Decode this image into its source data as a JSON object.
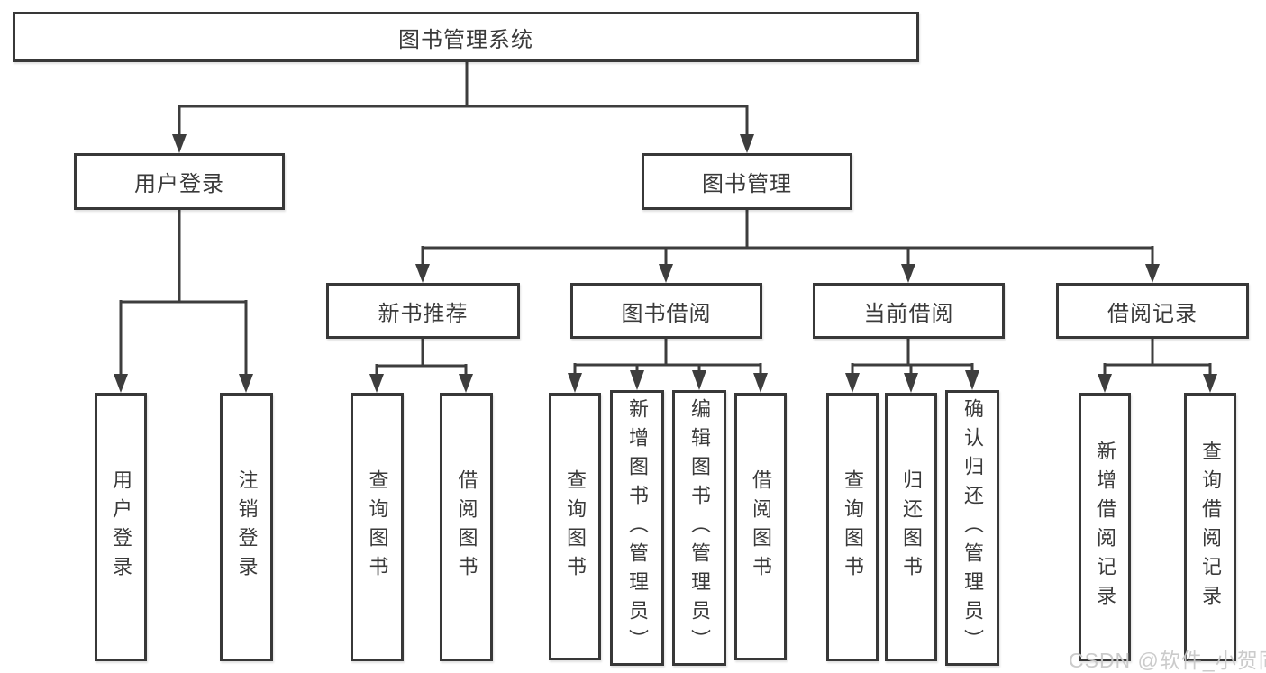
{
  "diagram": {
    "title_node": {
      "label": "图书管理系统"
    },
    "level2": [
      {
        "label": "用户登录"
      },
      {
        "label": "图书管理"
      }
    ],
    "level3": [
      {
        "label": "新书推荐",
        "parent": "图书管理"
      },
      {
        "label": "图书借阅",
        "parent": "图书管理"
      },
      {
        "label": "当前借阅",
        "parent": "图书管理"
      },
      {
        "label": "借阅记录",
        "parent": "图书管理"
      }
    ],
    "leaves": [
      {
        "label": "用户登录",
        "parent": "用户登录"
      },
      {
        "label": "注销登录",
        "parent": "用户登录"
      },
      {
        "label": "查询图书",
        "parent": "新书推荐"
      },
      {
        "label": "借阅图书",
        "parent": "新书推荐"
      },
      {
        "label": "查询图书",
        "parent": "图书借阅"
      },
      {
        "label": "新增图书（管理员）",
        "parent": "图书借阅"
      },
      {
        "label": "编辑图书（管理员）",
        "parent": "图书借阅"
      },
      {
        "label": "借阅图书",
        "parent": "图书借阅"
      },
      {
        "label": "查询图书",
        "parent": "当前借阅"
      },
      {
        "label": "归还图书",
        "parent": "当前借阅"
      },
      {
        "label": "确认归还（管理员）",
        "parent": "当前借阅"
      },
      {
        "label": "新增借阅记录",
        "parent": "借阅记录"
      },
      {
        "label": "查询借阅记录",
        "parent": "借阅记录"
      }
    ]
  },
  "watermark": {
    "text": "CSDN @软件_小贺同学"
  },
  "colors": {
    "line": "#3d3d3d",
    "border": "#383838",
    "text": "#3a3a3a",
    "background": "#ffffff",
    "watermark": "#c9c9c9"
  }
}
